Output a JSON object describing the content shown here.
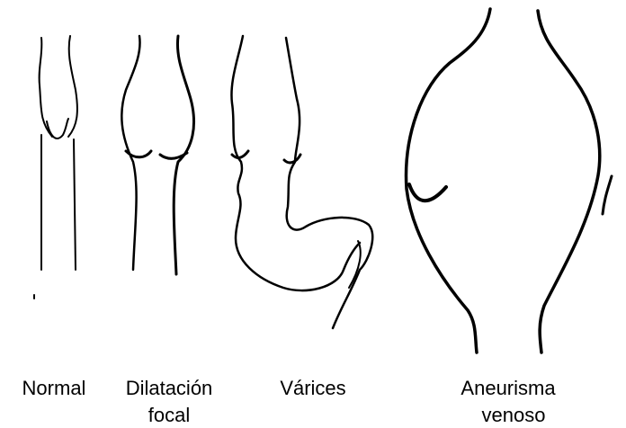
{
  "figures": [
    {
      "id": "normal",
      "label_lines": [
        "Normal"
      ]
    },
    {
      "id": "dilatacion-focal",
      "label_lines": [
        "Dilatación",
        "focal"
      ]
    },
    {
      "id": "varices",
      "label_lines": [
        "Várices"
      ]
    },
    {
      "id": "aneurisma-venoso",
      "label_lines": [
        "Aneurisma",
        "venoso"
      ]
    }
  ]
}
